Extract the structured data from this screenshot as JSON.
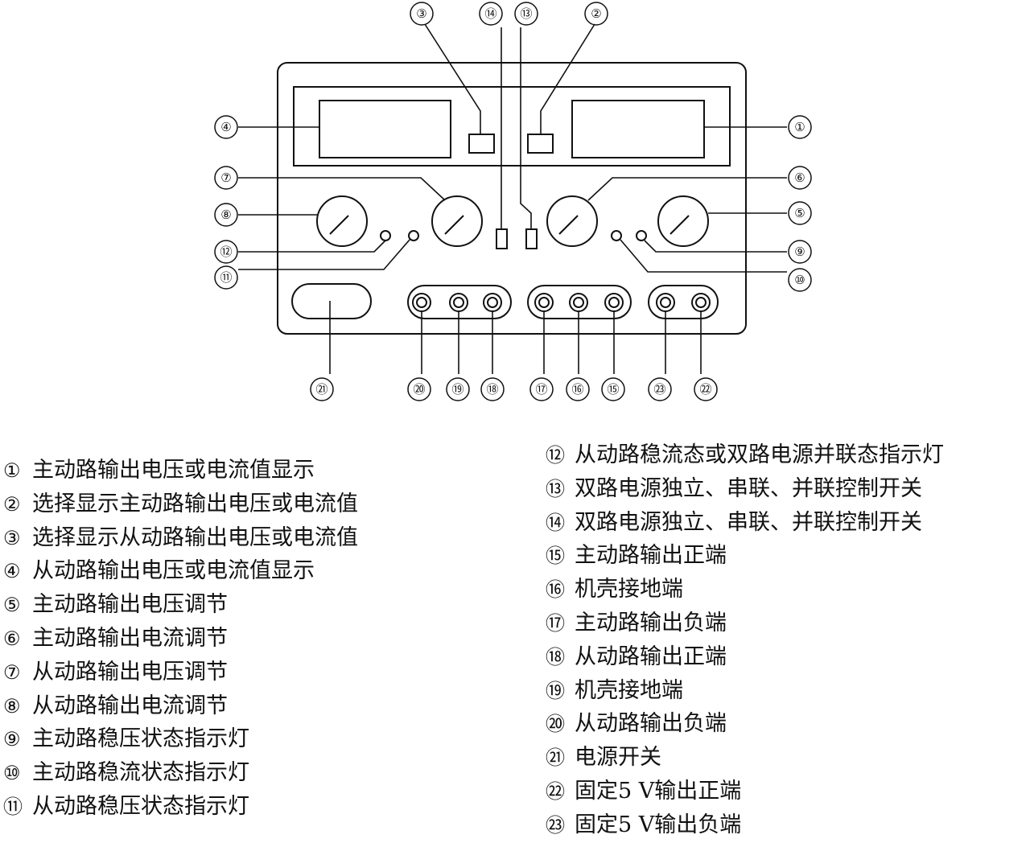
{
  "callouts": {
    "c1": "①",
    "c2": "②",
    "c3": "③",
    "c4": "④",
    "c5": "⑤",
    "c6": "⑥",
    "c7": "⑦",
    "c8": "⑧",
    "c9": "⑨",
    "c10": "⑩",
    "c11": "⑪",
    "c12": "⑫",
    "c13": "⑬",
    "c14": "⑭",
    "c15": "⑮",
    "c16": "⑯",
    "c17": "⑰",
    "c18": "⑱",
    "c19": "⑲",
    "c20": "⑳",
    "c21": "㉑",
    "c22": "㉒",
    "c23": "㉓"
  },
  "legend": {
    "left": [
      {
        "num": "①",
        "text": "主动路输出电压或电流值显示"
      },
      {
        "num": "②",
        "text": "选择显示主动路输出电压或电流值"
      },
      {
        "num": "③",
        "text": "选择显示从动路输出电压或电流值"
      },
      {
        "num": "④",
        "text": "从动路输出电压或电流值显示"
      },
      {
        "num": "⑤",
        "text": "主动路输出电压调节"
      },
      {
        "num": "⑥",
        "text": "主动路输出电流调节"
      },
      {
        "num": "⑦",
        "text": "从动路输出电压调节"
      },
      {
        "num": "⑧",
        "text": "从动路输出电流调节"
      },
      {
        "num": "⑨",
        "text": "主动路稳压状态指示灯"
      },
      {
        "num": "⑩",
        "text": "主动路稳流状态指示灯"
      },
      {
        "num": "⑪",
        "text": "从动路稳压状态指示灯"
      }
    ],
    "right": [
      {
        "num": "⑫",
        "text": "从动路稳流态或双路电源并联态指示灯"
      },
      {
        "num": "⑬",
        "text": "双路电源独立、串联、并联控制开关"
      },
      {
        "num": "⑭",
        "text": "双路电源独立、串联、并联控制开关"
      },
      {
        "num": "⑮",
        "text": "主动路输出正端"
      },
      {
        "num": "⑯",
        "text": "机壳接地端"
      },
      {
        "num": "⑰",
        "text": "主动路输出负端"
      },
      {
        "num": "⑱",
        "text": "从动路输出正端"
      },
      {
        "num": "⑲",
        "text": "机壳接地端"
      },
      {
        "num": "⑳",
        "text": "从动路输出负端"
      },
      {
        "num": "㉑",
        "text": "电源开关"
      },
      {
        "num": "㉒",
        "text": "固定5 V输出正端"
      },
      {
        "num": "㉓",
        "text": "固定5 V输出负端"
      }
    ]
  }
}
